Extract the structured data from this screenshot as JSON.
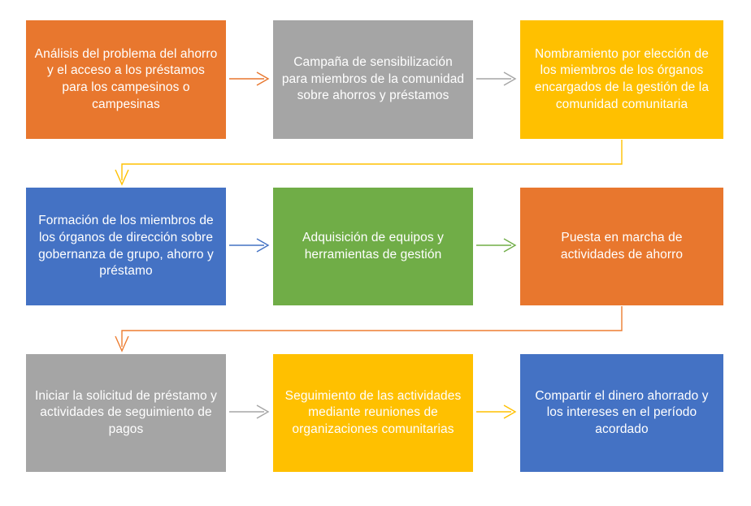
{
  "diagram": {
    "type": "flowchart",
    "title": "",
    "rows": 3,
    "columns": 3,
    "flow_direction": "left-to-right, serpentine-return",
    "palette": {
      "orange": "#E8772E",
      "gray": "#A5A5A5",
      "yellow": "#FFC000",
      "blue": "#4472C4",
      "green": "#70AD47",
      "orange_light": "#ED7D31",
      "text": "#FFFFFF",
      "background": "#FFFFFF"
    },
    "nodes": [
      {
        "id": "n1",
        "order": 1,
        "row": 1,
        "column": 1,
        "label": "Análisis del problema del ahorro y el acceso a los préstamos para los campesinos o campesinas",
        "fill": "#E8772E",
        "text_color": "#FFFFFF"
      },
      {
        "id": "n2",
        "order": 2,
        "row": 1,
        "column": 2,
        "label": "Campaña de sensibilización para miembros de la comunidad sobre ahorros y préstamos",
        "fill": "#A5A5A5",
        "text_color": "#FFFFFF"
      },
      {
        "id": "n3",
        "order": 3,
        "row": 1,
        "column": 3,
        "label": "Nombramiento por elección de los miembros de los órganos encargados de la gestión de la comunidad comunitaria",
        "fill": "#FFC000",
        "text_color": "#FFFFFF"
      },
      {
        "id": "n4",
        "order": 4,
        "row": 2,
        "column": 1,
        "label": "Formación de los miembros de los órganos de dirección sobre gobernanza de grupo, ahorro y préstamo",
        "fill": "#4472C4",
        "text_color": "#FFFFFF"
      },
      {
        "id": "n5",
        "order": 5,
        "row": 2,
        "column": 2,
        "label": "Adquisición de equipos y herramientas de gestión",
        "fill": "#70AD47",
        "text_color": "#FFFFFF"
      },
      {
        "id": "n6",
        "order": 6,
        "row": 2,
        "column": 3,
        "label": "Puesta en marcha de actividades de ahorro",
        "fill": "#E8772E",
        "text_color": "#FFFFFF"
      },
      {
        "id": "n7",
        "order": 7,
        "row": 3,
        "column": 1,
        "label": "Iniciar la solicitud de préstamo y actividades de seguimiento de pagos",
        "fill": "#A5A5A5",
        "text_color": "#FFFFFF"
      },
      {
        "id": "n8",
        "order": 8,
        "row": 3,
        "column": 2,
        "label": "Seguimiento de las actividades mediante reuniones de organizaciones comunitarias",
        "fill": "#FFC000",
        "text_color": "#FFFFFF"
      },
      {
        "id": "n9",
        "order": 9,
        "row": 3,
        "column": 3,
        "label": "Compartir el dinero ahorrado y los intereses en el período acordado",
        "fill": "#4472C4",
        "text_color": "#FFFFFF"
      }
    ],
    "connectors": [
      {
        "id": "c1",
        "from": "n1",
        "to": "n2",
        "shape": "straight-right",
        "color": "#E8772E"
      },
      {
        "id": "c2",
        "from": "n2",
        "to": "n3",
        "shape": "straight-right",
        "color": "#A5A5A5"
      },
      {
        "id": "c3",
        "from": "n3",
        "to": "n4",
        "shape": "elbow-down-left",
        "color": "#FFC000"
      },
      {
        "id": "c4",
        "from": "n4",
        "to": "n5",
        "shape": "straight-right",
        "color": "#4472C4"
      },
      {
        "id": "c5",
        "from": "n5",
        "to": "n6",
        "shape": "straight-right",
        "color": "#70AD47"
      },
      {
        "id": "c6",
        "from": "n6",
        "to": "n7",
        "shape": "elbow-down-left",
        "color": "#ED7D31"
      },
      {
        "id": "c7",
        "from": "n7",
        "to": "n8",
        "shape": "straight-right",
        "color": "#A5A5A5"
      },
      {
        "id": "c8",
        "from": "n8",
        "to": "n9",
        "shape": "straight-right",
        "color": "#FFC000"
      }
    ]
  }
}
